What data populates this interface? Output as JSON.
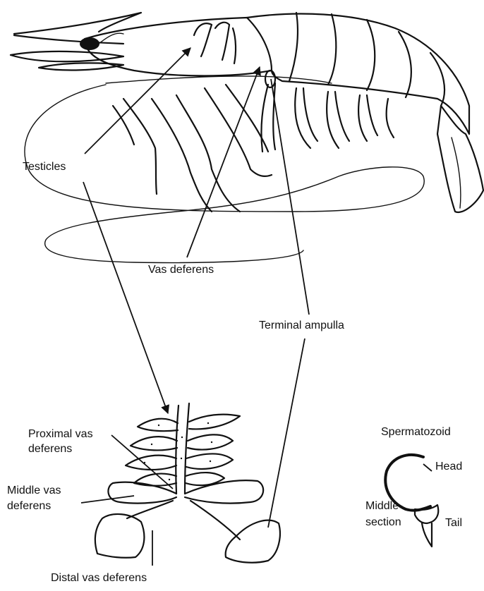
{
  "labels": {
    "testicles": "Testicles",
    "vas_deferens": "Vas deferens",
    "terminal_ampulla": "Terminal ampulla",
    "proximal_vas_deferens_1": "Proximal vas",
    "proximal_vas_deferens_2": "deferens",
    "middle_vas_deferens_1": "Middle vas",
    "middle_vas_deferens_2": "deferens",
    "distal_vas_deferens": "Distal vas deferens",
    "spermatozoid": "Spermatozoid",
    "head": "Head",
    "middle_section_1": "Middle",
    "middle_section_2": "section",
    "tail": "Tail"
  }
}
